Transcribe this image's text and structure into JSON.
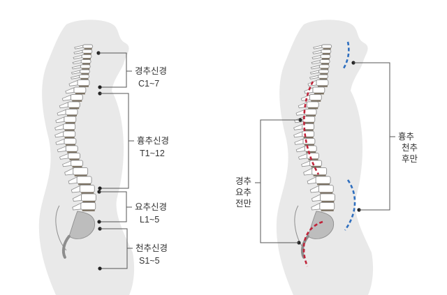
{
  "colors": {
    "body_silhouette": "#e9e9e9",
    "body_silhouette_dark": "#dedede",
    "vertebra": "#ffffff",
    "vertebra_outline": "#8d8d8d",
    "disc": "#7d7364",
    "sacrum": "#bdbdbd",
    "leader_line": "#555555",
    "lordosis_curve": "#c0243a",
    "kyphosis_curve": "#2f6fbf"
  },
  "left_figure": {
    "labels": [
      {
        "name": "경추신경",
        "range": "C1~7"
      },
      {
        "name": "흉추신경",
        "range": "T1~12"
      },
      {
        "name": "요추신경",
        "range": "L1~5"
      },
      {
        "name": "천추신경",
        "range": "S1~5"
      }
    ]
  },
  "right_figure": {
    "lordosis_label": [
      "경추",
      "요추",
      "전만"
    ],
    "kyphosis_label": [
      "흉추",
      "천추",
      "후만"
    ]
  }
}
